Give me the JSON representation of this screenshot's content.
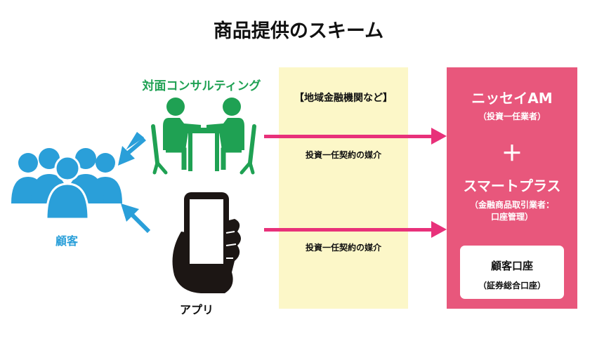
{
  "title": "商品提供のスキーム",
  "consult": {
    "label": "対面コンサルティング"
  },
  "customer": {
    "label": "顧客"
  },
  "app": {
    "label": "アプリ"
  },
  "band": {
    "label": "【地域金融機関など】",
    "mediation_1": "投資一任契約の媒介",
    "mediation_2": "投資一任契約の媒介"
  },
  "panel": {
    "company1_name": "ニッセイAM",
    "company1_role": "（投資一任業者）",
    "plus": "＋",
    "company2_name": "スマートプラス",
    "company2_role_1": "（金融商品取引業者：",
    "company2_role_2": "口座管理）",
    "account_title": "顧客口座",
    "account_sub": "（証券総合口座）"
  },
  "colors": {
    "consult_green": "#1fa153",
    "customer_blue": "#2a9fd9",
    "arrow_pink": "#e8317a",
    "panel_pink": "#e8577c",
    "band_yellow": "#fcf7c8",
    "app_black": "#1c1614"
  },
  "icons": [
    "people-group-icon",
    "meeting-table-icon",
    "smartphone-hand-icon",
    "arrow-right-icon",
    "arrow-left-icon"
  ]
}
